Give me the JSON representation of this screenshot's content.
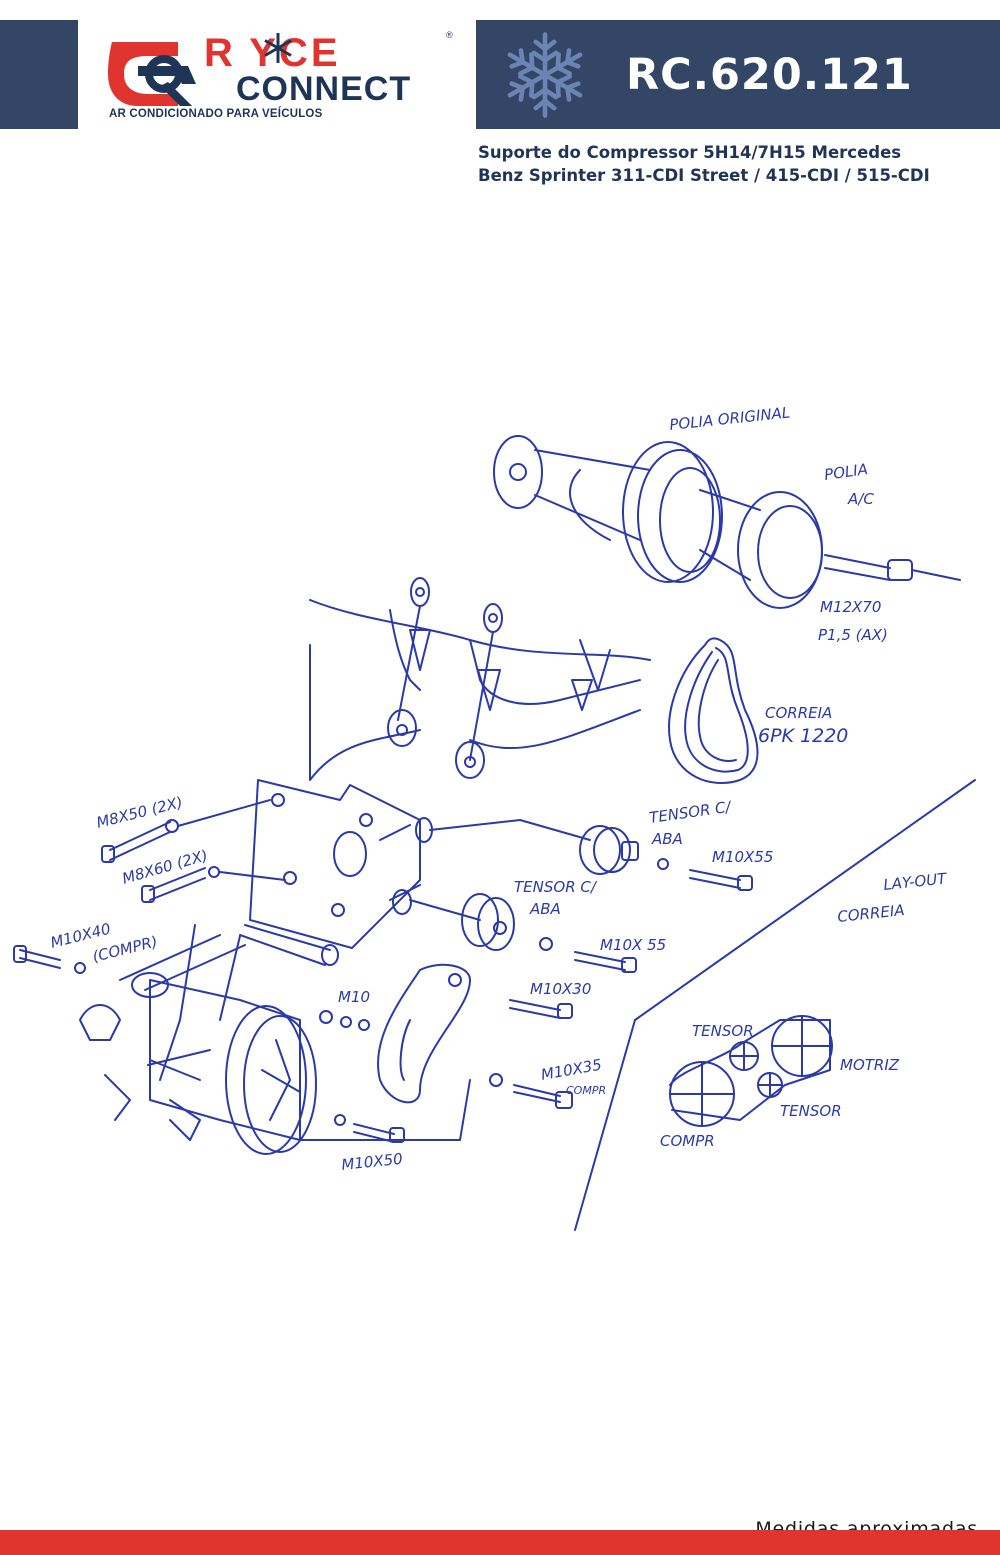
{
  "brand": {
    "logo_top": "R YCE",
    "logo_mark": "®",
    "logo_bottom": "CONNECT",
    "tagline": "AR CONDICIONADO PARA VEÍCULOS"
  },
  "product": {
    "code": "RC.620.121",
    "description_line1": "Suporte do Compressor 5H14/7H15 Mercedes",
    "description_line2": "Benz Sprinter 311-CDI Street / 415-CDI / 515-CDI"
  },
  "diagram": {
    "labels": {
      "polia_original": "POLIA ORIGINAL",
      "polia_ac_1": "POLIA",
      "polia_ac_2": "A/C",
      "m12x70": "M12X70",
      "p15": "P1,5 (AX)",
      "correia": "CORREIA",
      "correia_spec": "6PK 1220",
      "m8x50": "M8X50 (2X)",
      "m8x60": "M8X60 (2X)",
      "tensor_aba_1": "TENSOR C/",
      "tensor_aba_1b": "ABA",
      "m10x55_1": "M10X55",
      "tensor_aba_2": "TENSOR C/",
      "tensor_aba_2b": "ABA",
      "m10x55_2": "M10X 55",
      "layout_1": "LAY-OUT",
      "layout_2": "CORREIA",
      "m10x40": "M10X40",
      "compr_1": "(COMPR)",
      "m10": "M10",
      "m10x30": "M10X30",
      "m10x35": "M10X35",
      "compr_2": "COMPR",
      "m10x50": "M10X50",
      "lay_tensor_1": "TENSOR",
      "lay_motriz": "MOTRIZ",
      "lay_tensor_2": "TENSOR",
      "lay_compr": "COMPR"
    }
  },
  "footer": {
    "note": "Medidas aproximadas"
  },
  "colors": {
    "navy": "#344666",
    "brand_red": "#e0342f",
    "ink_blue": "#2b3aa8",
    "text_navy": "#1f3557"
  }
}
